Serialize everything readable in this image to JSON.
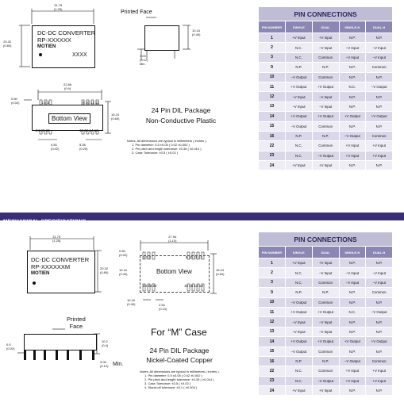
{
  "top": {
    "dim_width": "31.75\n(1.25)",
    "dim_height": "20.32\n(0.80)",
    "module_line1": "DC-DC CONVERTER",
    "module_line2": "RP-XXXXXX",
    "module_brand": "MOTIEN",
    "module_code": "XXXX",
    "printed_face": "Printed Face",
    "side_dim1": "10.16\n(0.40)",
    "side_dim2": "3.00\n(0.12)\nMin.",
    "bottom_dim_top": "22.86\n(0.9)",
    "bottom_dim_left": "0.50\n(0.02)",
    "bottom_view": "Bottom View",
    "bottom_dim_right": "15.24\n(0.60)",
    "bottom_dim_b1": "0.50\n(0.02)",
    "bottom_dim_b2": "5.08\n(0.20)",
    "pins_top_left": "1  2  3",
    "pins_top_right": "9 10 11 12",
    "pins_bottom_left": "24 23 22",
    "pins_bottom_right": "16 15 14 13",
    "package_line1": "24 Pin DIL Package",
    "package_line2": "Non-Conductive Plastic",
    "notes": [
      "Notes: All dimensions are typical in millimeters ( inches ).",
      "1.  Pin diameter: 0.5 ±0.05 ( 0.02 ±0.002 )",
      "2.  Pin pitch and length tolerance: ±0.35 ( ±0.014 )",
      "3.  Case Tolerance: ±0.5 ( ±0.02 )"
    ]
  },
  "section_bar": "MECHANICAL SPECIFICATIONS",
  "bottom": {
    "dim_width": "31.75\n(1.25)",
    "dim_height": "20.32\n(0.80)",
    "module_line1": "DC-DC CONVERTER",
    "module_line2": "RP-XXXXXXM",
    "module_brand": "MOTIEN",
    "dim_bv_top": "27.94\n(1.10)",
    "dim_bv_left": "0.50\n(0.02)",
    "dim_bv_left2": "10.16\n(0.40)",
    "bottom_view": "Bottom View",
    "dim_bv_right": "15.24\n(0.60)",
    "dim_bv_b1": "10.16\n(0.40)",
    "dim_bv_b2": "2.54\n(0.10)",
    "pins_top_left": "1  2  3",
    "pins_top_right": "9 10 11 12",
    "pins_bottom_left": "24 23 22",
    "pins_bottom_right": "16 15 14 13",
    "printed_face": "Printed\nFace",
    "side_dim_left": "0.5\n(0.02)",
    "side_dim_h": "10.2\n(0.4)",
    "side_dim_min": "3.00\n(0.12)",
    "side_min": "Min.",
    "for_m": "For “M” Case",
    "package_line1": "24 Pin DIL Package",
    "package_line2": "Nickel-Coated Copper",
    "notes": [
      "Notes: All dimensions are typical in millimeters ( inches ).",
      "1.  Pin diameter: 0.5 ±0.05 ( 0.02 ±0.002 )",
      "2.  Pin pitch and length tolerance: ±0.35 ( ±0.014 )",
      "3.  Case Tolerance: ±0.5 ( ±0.02 )",
      "4.  Stand-off tolerance: ±0.1 ( ±0.004 )"
    ]
  },
  "pin_table": {
    "title": "PIN CONNECTIONS",
    "headers": [
      "PIN NUMBER",
      "SINGLE",
      "DUAL",
      "SINGLE-H",
      "DUAL-H"
    ],
    "rows": [
      [
        "1",
        "+V Input",
        "+V Input",
        "N.P.",
        "N.P."
      ],
      [
        "2",
        "N.C.",
        "−V Input",
        "−V Input",
        "−V Input"
      ],
      [
        "3",
        "N.C.",
        "Common",
        "−V Input",
        "−V Input"
      ],
      [
        "9",
        "N.P.",
        "N.P.",
        "N.P.",
        "Common"
      ],
      [
        "10",
        "−V Output",
        "Common",
        "N.P.",
        "N.P."
      ],
      [
        "11",
        "+V Output",
        "+V Output",
        "N.C.",
        "−V Output"
      ],
      [
        "12",
        "−V Input",
        "−V Input",
        "N.P.",
        "N.P."
      ],
      [
        "13",
        "−V Input",
        "−V Input",
        "N.P.",
        "N.P."
      ],
      [
        "14",
        "+V Output",
        "+V Output",
        "+V Output",
        "+V Output"
      ],
      [
        "15",
        "−V Output",
        "Common",
        "N.P.",
        "N.P."
      ],
      [
        "16",
        "N.P.",
        "N.P.",
        "−V Output",
        "Common"
      ],
      [
        "22",
        "N.C.",
        "Common",
        "+V Input",
        "+V Input"
      ],
      [
        "23",
        "N.C.",
        "−V Output",
        "+V Input",
        "+V Input"
      ],
      [
        "24",
        "+V Input",
        "+V Input",
        "N.P.",
        "N.P."
      ]
    ]
  }
}
